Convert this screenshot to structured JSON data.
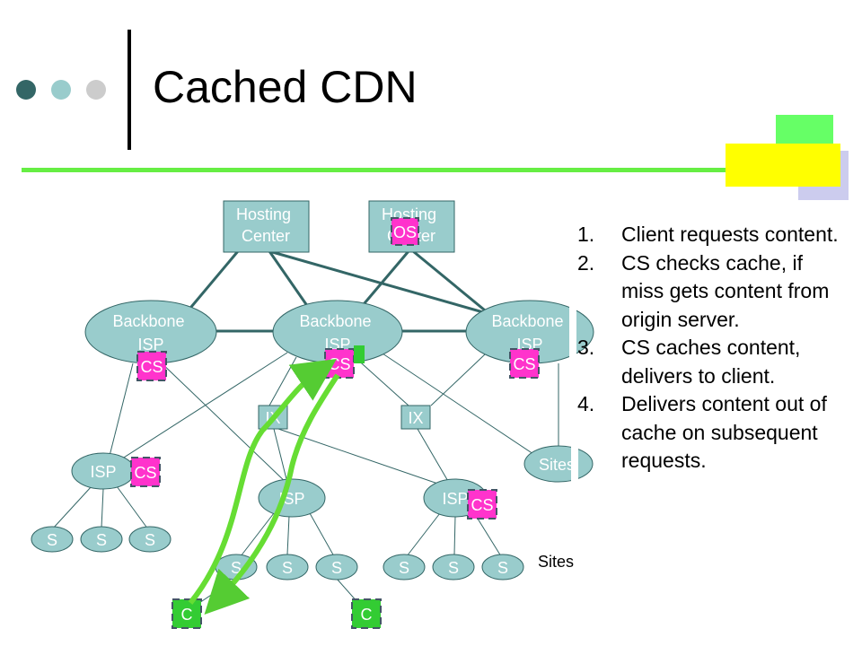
{
  "slide": {
    "title": "Cached CDN",
    "steps": [
      "Client requests content.",
      "CS checks cache, if miss gets content from origin server.",
      "CS caches content, delivers to client.",
      "Delivers content out of cache on subsequent requests."
    ]
  },
  "diagram": {
    "hosting_centers": [
      "Hosting Center",
      "Hosting Center"
    ],
    "backbone_isps": [
      "Backbone ISP",
      "Backbone ISP",
      "Backbone ISP"
    ],
    "exchange_points": [
      "IX",
      "IX"
    ],
    "isps": [
      "ISP",
      "ISP",
      "ISP"
    ],
    "sites_node_label": "Sites",
    "site_label": "S",
    "sites_caption": "Sites",
    "cache_server_label": "CS",
    "origin_server_label": "OS",
    "client_label": "C"
  },
  "colors": {
    "node_fill": "#99cccc",
    "link": "#336666",
    "cache_server": "#ff33cc",
    "client": "#33cc33",
    "flow_arrow": "#66dd33",
    "accent_rule": "#66ee44",
    "accent_yellow": "#ffff00",
    "accent_green": "#66ff66",
    "accent_lavender": "#ccccee",
    "dot_dark": "#336666",
    "dot_mid": "#99cccc",
    "dot_light": "#cccccc"
  }
}
